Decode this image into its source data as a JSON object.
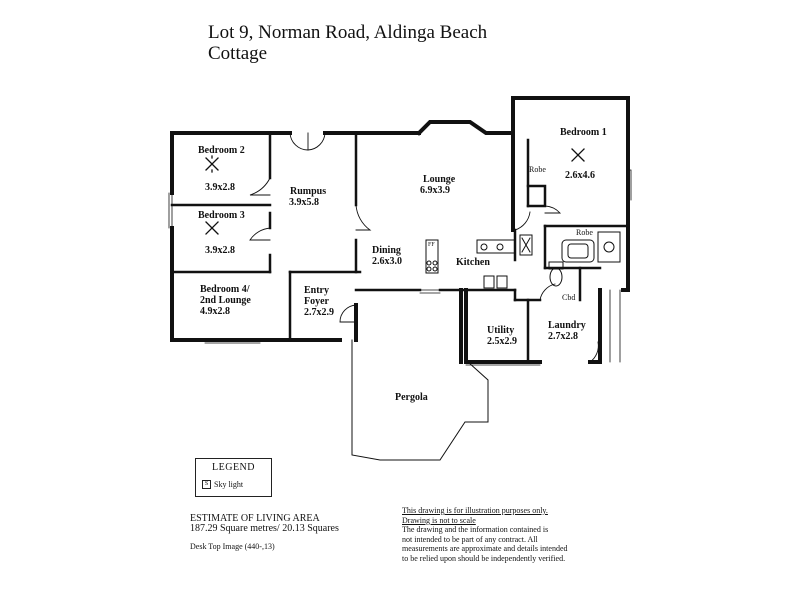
{
  "title": {
    "line1": "Lot 9,  Norman Road,  Aldinga Beach",
    "line2": "Cottage"
  },
  "rooms": [
    {
      "key": "bedroom2",
      "label": "Bedroom 2",
      "dims": "3.9x2.8"
    },
    {
      "key": "bedroom3",
      "label": "Bedroom 3",
      "dims": "3.9x2.8"
    },
    {
      "key": "bedroom4",
      "label": "Bedroom 4/",
      "label2": "2nd Lounge",
      "dims": "4.9x2.8"
    },
    {
      "key": "rumpus",
      "label": "Rumpus",
      "dims": "3.9x5.8"
    },
    {
      "key": "entry",
      "label": "Entry",
      "label2": "Foyer",
      "dims": "2.7x2.9"
    },
    {
      "key": "lounge",
      "label": "Lounge",
      "dims": "6.9x3.9"
    },
    {
      "key": "dining",
      "label": "Dining",
      "dims": "2.6x3.0"
    },
    {
      "key": "kitchen",
      "label": "Kitchen"
    },
    {
      "key": "bedroom1",
      "label": "Bedroom 1",
      "dims": "2.6x4.6"
    },
    {
      "key": "utility",
      "label": "Utility",
      "dims": "2.5x2.9"
    },
    {
      "key": "laundry",
      "label": "Laundry",
      "dims": "2.7x2.8"
    },
    {
      "key": "pergola",
      "label": "Pergola"
    }
  ],
  "fixtures": {
    "robe1": "Robe",
    "robe2": "Robe",
    "cbd": "Cbd",
    "fridge": "FF"
  },
  "legend": {
    "title": "LEGEND",
    "icon_glyph": "S",
    "item": "Sky light"
  },
  "estimate": {
    "title": "ESTIMATE OF LIVING AREA",
    "value": "187.29 Square metres/  20.13 Squares",
    "credit": "Desk Top Image   (440-,13)"
  },
  "disclaimer": {
    "line1": "This drawing is for illustration purposes only.",
    "line2": "Drawing is not to scale",
    "line3": "The drawing and the information contained is",
    "line4": "not intended to be part of any contract.  All",
    "line5": "measurements are approximate and details intended",
    "line6": "to be relied upon should be independently verified."
  },
  "colors": {
    "wall": "#111111",
    "line": "#222222",
    "background": "#ffffff"
  }
}
